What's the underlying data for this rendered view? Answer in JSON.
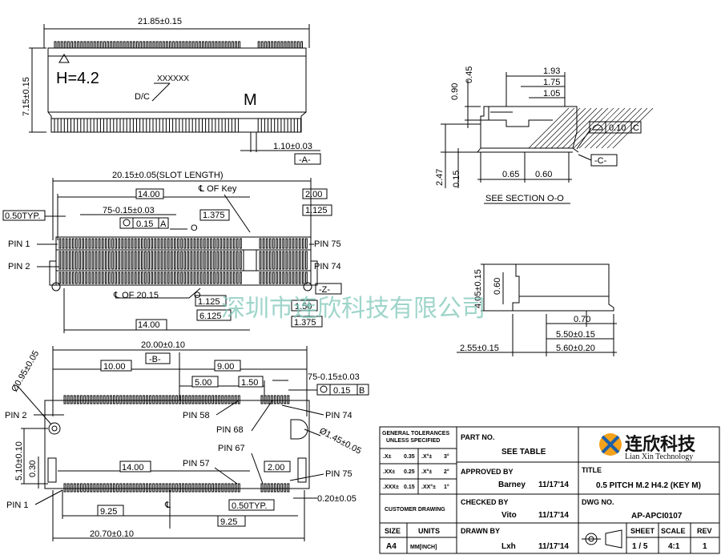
{
  "top_view": {
    "width_dim": "21.85±0.15",
    "height_dim": "7.15±0.15",
    "h_label": "H=4.2",
    "code": "XXXXXX",
    "dc_label": "D/C",
    "key_letter": "M",
    "pitch_dim": "1.10±0.03",
    "datum_a": "-A-"
  },
  "section_view": {
    "d193": "1.93",
    "d175": "1.75",
    "d105": "1.05",
    "d090": "0.90",
    "d045": "0.45",
    "d247": "2.47",
    "d015": "0.15",
    "d065": "0.65",
    "d060": "0.60",
    "flatness": "0.10",
    "flat_ref": "C",
    "datum_c": "-C-",
    "caption": "SEE SECTION O-O"
  },
  "middle_view": {
    "slot_length": "20.15±0.05(SLOT LENGTH)",
    "d1400_top": "14.00",
    "cl_key": "℄ OF Key",
    "d200": "2.00",
    "d050typ": "0.50TYP.",
    "d75": "75-0.15±0.03",
    "pos_tol": "0.15",
    "pos_ref": "A",
    "section_mark": "O",
    "d1375_top": "1.375",
    "d1125_top": "1.125",
    "pin1": "PIN 1",
    "pin2": "PIN 2",
    "pin75": "PIN 75",
    "pin74": "PIN 74",
    "datum_z": "-Z-",
    "cl_2015": "℄ OF 20.15",
    "section_mark2": "O",
    "d1125_bot": "1.125",
    "d150": "1.50",
    "d6125": "6.125",
    "d1375_bot": "1.375",
    "d1400_bot": "14.00"
  },
  "side_view": {
    "d405": "4.05±0.15",
    "d060": "0.60",
    "d070": "0.70",
    "d550": "5.50±0.15",
    "d255": "2.55±0.15",
    "d560": "5.60±0.20"
  },
  "bottom_view": {
    "d2000": "20.00±0.10",
    "datum_b": "-B-",
    "d1000": "10.00",
    "d900": "9.00",
    "d500": "5.00",
    "d150": "1.50",
    "d75": "75-0.15±0.03",
    "pos_tol": "0.15",
    "pos_ref": "B",
    "hole_dia": "Ø0.95±0.05",
    "pin2": "PIN 2",
    "pin58": "PIN 58",
    "pin68": "PIN 68",
    "pin74": "PIN 74",
    "slot_dia": "Ø1.45±0.05",
    "d510": "5.10±0.10",
    "d030": "0.30",
    "d1400": "14.00",
    "pin57": "PIN 57",
    "pin67": "PIN 67",
    "d200": "2.00",
    "pin75": "PIN 75",
    "pin1": "PIN 1",
    "d020": "0.20±0.05",
    "d925a": "9.25",
    "cl": "℄",
    "d050typ": "0.50TYP.",
    "d925b": "9.25",
    "d2070": "20.70±0.10"
  },
  "watermark": "深圳市连欣科技有限公司",
  "title_block": {
    "gen_tol_1": "GENERAL TOLERANCES",
    "gen_tol_2": "UNLESS SPECIFIED",
    "tol_x": ".X±",
    "tol_x_v": "0.35",
    "tol_xa": ".X°±",
    "tol_xa_v": "3°",
    "tol_xx": ".XX±",
    "tol_xx_v": "0.25",
    "tol_xxa": ".X°±",
    "tol_xxa_v": "2°",
    "tol_xxx": ".XXX±",
    "tol_xxx_v": "0.15",
    "tol_xxxa": ".XX°±",
    "tol_xxxa_v": "1°",
    "part_no_label": "PART NO.",
    "part_no_value": "SEE TABLE",
    "approved_label": "APPROVED BY",
    "approved_name": "Barney",
    "approved_date": "11/17'14",
    "customer_drawing": "CUSTOMER DRAWING",
    "checked_label": "CHECKED BY",
    "checked_name": "Vito",
    "checked_date": "11/17'14",
    "drawn_label": "DRAWN BY",
    "drawn_name": "Lxh",
    "drawn_date": "11/17'14",
    "size_label": "SIZE",
    "size_value": "A4",
    "units_label": "UNITS",
    "units_value": "MM[INCH]",
    "company_cn": "连欣科技",
    "company_en": "Lian Xin Technology",
    "title_label": "TITLE",
    "title_value": "0.5 PITCH M.2 H4.2 (KEY M)",
    "dwg_label": "DWG NO.",
    "dwg_value": "AP-APCI0107",
    "sheet_label": "SHEET",
    "sheet_value": "1 / 5",
    "scale_label": "SCALE",
    "scale_value": "4:1",
    "rev_label": "REV",
    "rev_value": "1"
  }
}
